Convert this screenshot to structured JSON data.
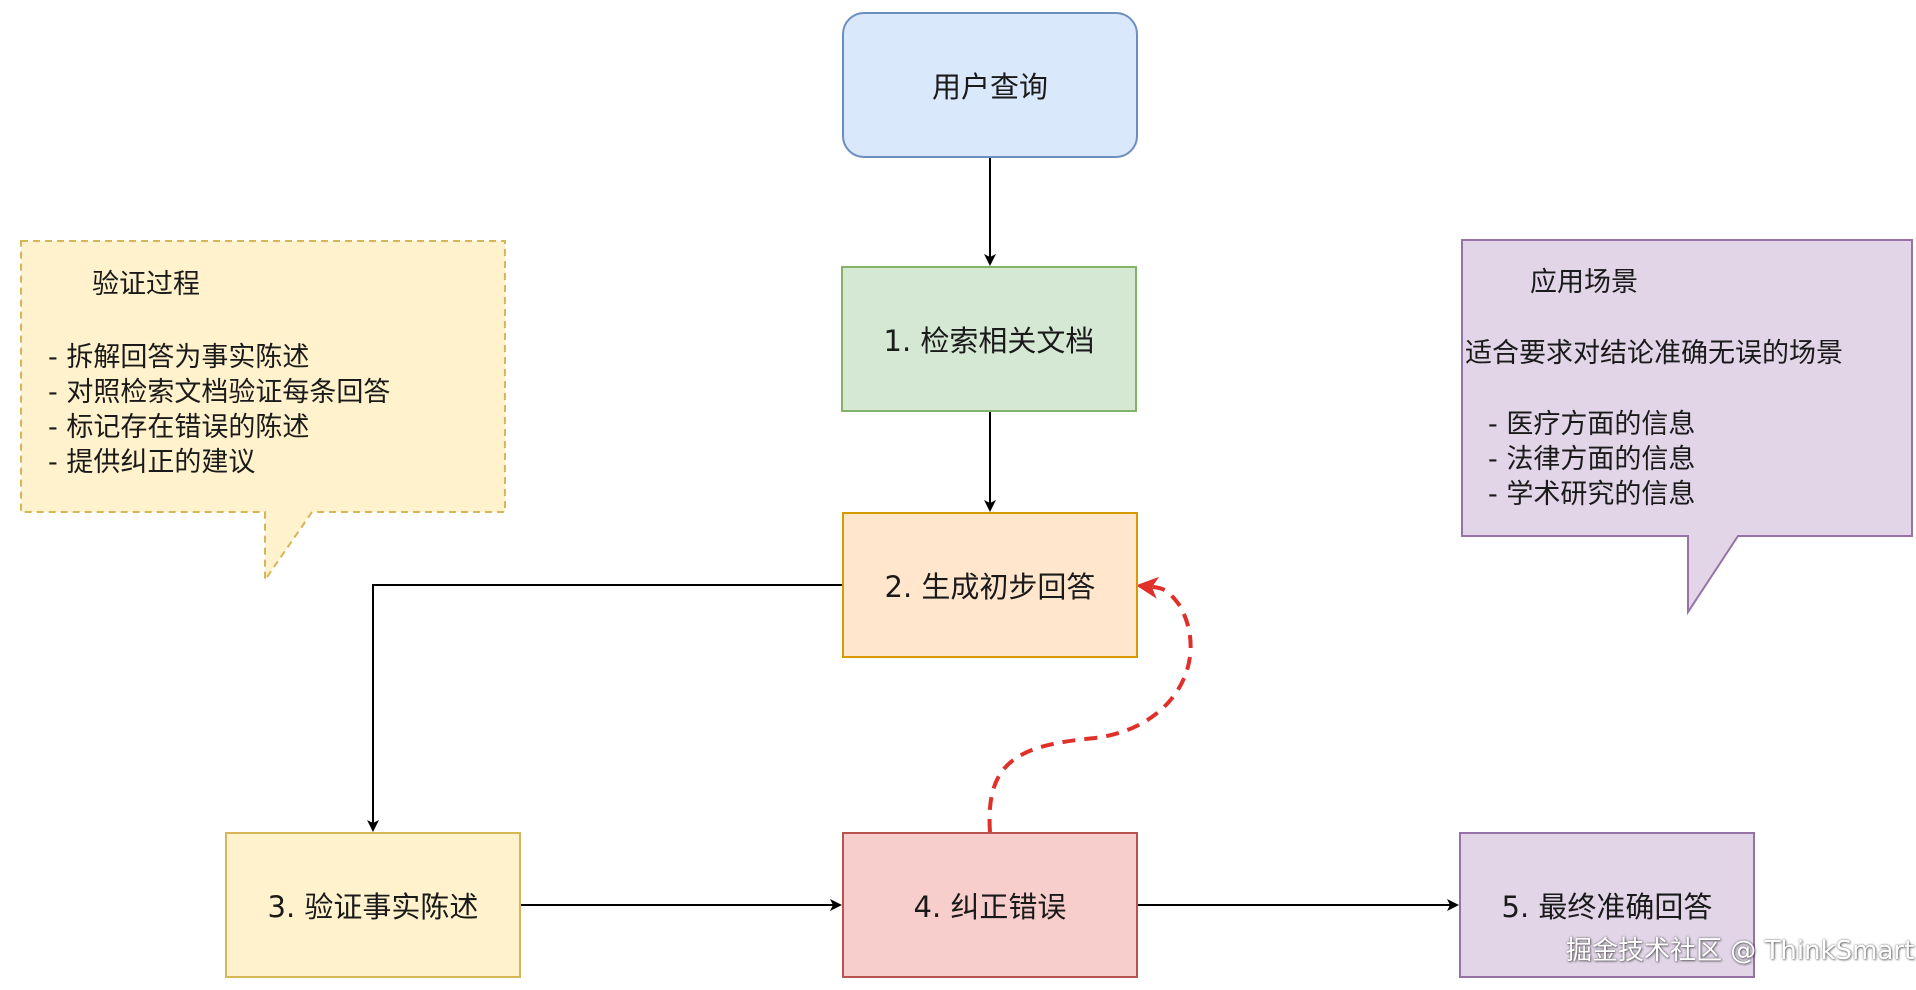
{
  "nodes": {
    "query": "用户查询",
    "retrieve": "1. 检索相关文档",
    "generate": "2. 生成初步回答",
    "verify": "3. 验证事实陈述",
    "correct": "4. 纠正错误",
    "final": "5. 最终准确回答"
  },
  "notes": {
    "verification": {
      "title": "验证过程",
      "items": [
        "- 拆解回答为事实陈述",
        "- 对照检索文档验证每条回答",
        "- 标记存在错误的陈述",
        "- 提供纠正的建议"
      ]
    },
    "application": {
      "title": "应用场景",
      "subtitle": "适合要求对结论准确无误的场景",
      "items": [
        "- 医疗方面的信息",
        "- 法律方面的信息",
        "- 学术研究的信息"
      ]
    }
  },
  "watermark": "掘金技术社区 @ ThinkSmart",
  "colors": {
    "query_fill": "#dae8fc",
    "query_stroke": "#6c8ebf",
    "retrieve_fill": "#d5e8d4",
    "retrieve_stroke": "#82b366",
    "generate_fill": "#ffe6cc",
    "generate_stroke": "#d79b00",
    "verify_fill": "#fff2cc",
    "verify_stroke": "#d6b656",
    "correct_fill": "#f8cecc",
    "correct_stroke": "#b85450",
    "final_fill": "#e1d5e7",
    "final_stroke": "#9673a6",
    "feedback_arrow": "#e0302a"
  }
}
